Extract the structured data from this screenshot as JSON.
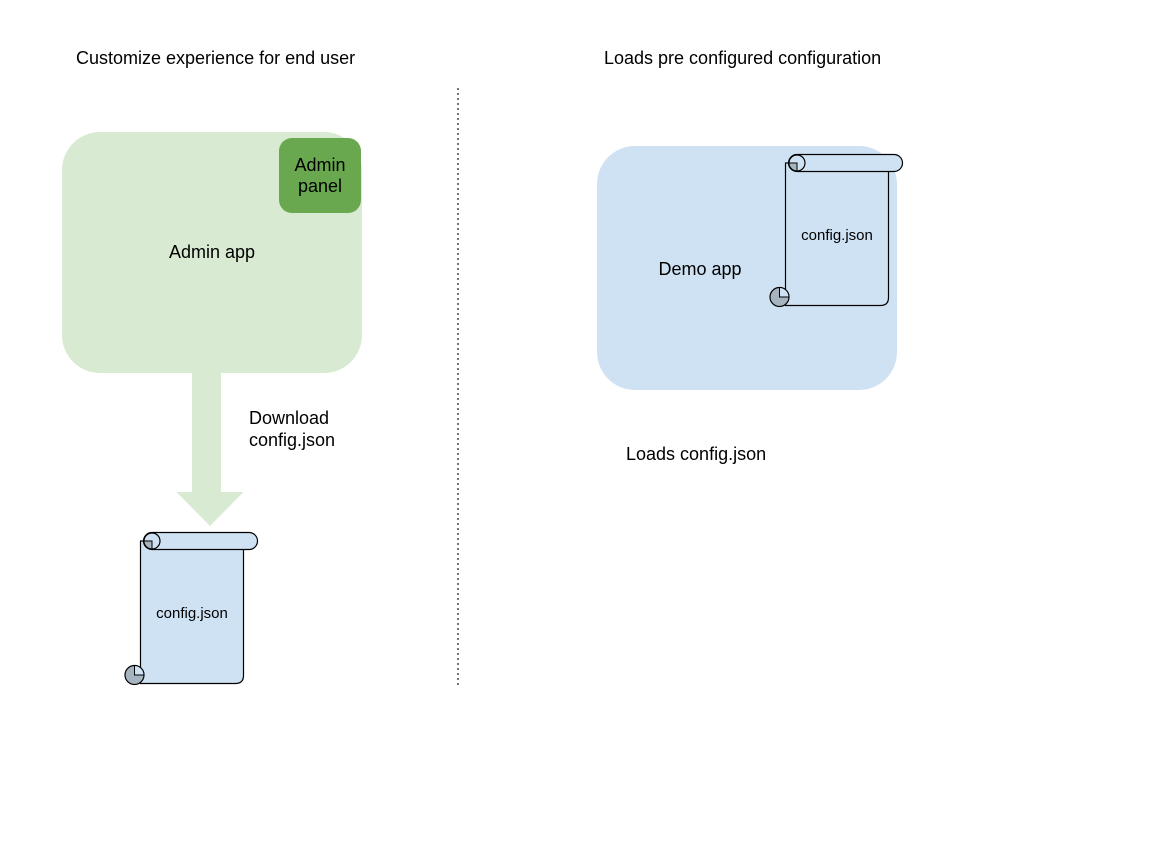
{
  "page": {
    "background": "#ffffff"
  },
  "left_section": {
    "heading": "Customize experience for end user",
    "admin_app": {
      "label": "Admin app",
      "fill": "#d9ead3"
    },
    "admin_panel": {
      "label": "Admin panel",
      "fill": "#6aa84f"
    },
    "download_arrow_caption": "Download config.json",
    "config_file": {
      "label": "config.json",
      "fill": "#cfe2f3"
    }
  },
  "right_section": {
    "heading": "Loads pre configured configuration",
    "demo_app": {
      "label": "Demo app",
      "fill": "#cfe2f3"
    },
    "config_file": {
      "label": "config.json",
      "fill": "#cfe2f3"
    },
    "caption": "Loads config.json"
  },
  "divider": {
    "style": "dotted-vertical",
    "color": "#757575"
  },
  "colors": {
    "app_green": "#d9ead3",
    "panel_green": "#6aa84f",
    "app_blue": "#cfe2f3",
    "scroll_fill": "#cfe2f3",
    "scroll_curl_gray": "#a6b4bf",
    "outline": "#000000",
    "arrow_green": "#d9ead3"
  }
}
